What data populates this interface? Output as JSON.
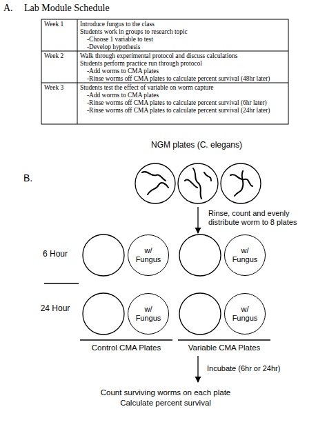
{
  "diagram": {
    "nodes": [
      {
        "text": [
          "w/ Fungus"
        ]
      },
      {
        "text": [
          "w/ Fungus"
        ]
      },
      {
        "text": [
          "w/ Fungus"
        ]
      },
      {
        "text": [
          "w/ Fungus"
        ]
      }
    ],
    "labels": [
      "A.",
      "Lab Module Schedule",
      "Week 1",
      "Introduce fungus to the class",
      "Students work in groups to research topic",
      "-Choose 1 variable to test",
      "-Develop hypothesis",
      "Week 2",
      "Walk through experimental protocol and discuss calculations",
      "Students perform practice run through protocol",
      "-Add worms to CMA plates",
      "-Rinse worms off CMA plates to calculate percent survival (48hr later)",
      "Week 3",
      "Students test the effect of variable on worm capture",
      "-Add worms to CMA plates",
      "-Rinse worms off CMA plates to calculate percent survival (6hr later)",
      "-Rinse worms off CMA plates to calculate percent survival (24hr later)",
      "B.",
      "NGM plates (C. elegans)",
      "Rinse, count and evenly distribute worm to 8 plates",
      "6 Hour",
      "24 Hour",
      "Control CMA Plates",
      "Variable CMA Plates",
      "Incubate (6hr or 24hr)",
      "Count surviving worms on each plate",
      "Calculate percent survival"
    ]
  }
}
